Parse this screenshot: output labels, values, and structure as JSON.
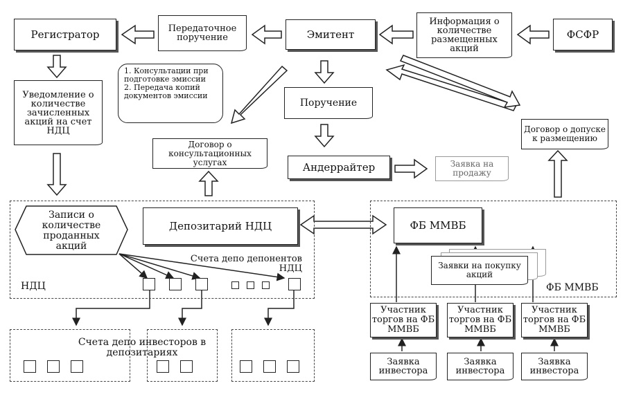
{
  "nodes": {
    "registrar": "Регистратор",
    "transfer_order": "Передаточное поручение",
    "issuer": "Эмитент",
    "info_shares": "Информация о количестве размещенных акций",
    "fsfr": "ФСФР",
    "notice": "Уведомление о количестве зачисленных акций на счет НДЦ",
    "consult_1": "1. Консультации при подготовке эмиссии",
    "consult_2": "2. Передача копий документов эмиссии",
    "order": "Поручение",
    "admission_contract": "Договор о допуске к размещению",
    "consulting_contract": "Договор о консультационных услугах",
    "underwriter": "Андеррайтер",
    "sale_request": "Заявка на продажу",
    "sold_records": "Записи о количестве проданных акций",
    "ndc_depository": "Депозитарий НДЦ",
    "fb_mmvb_main": "ФБ ММВБ",
    "depo_accounts": "Счета депо депонентов НДЦ",
    "ndc_label": "НДЦ",
    "buy_requests": "Заявки на покупку акций",
    "fb_mmvb_label": "ФБ ММВБ",
    "participant": "Участник торгов на ФБ ММВБ",
    "investor_accounts": "Счета депо инвесторов в депозитариях",
    "investor_request": "Заявка инвестора"
  }
}
